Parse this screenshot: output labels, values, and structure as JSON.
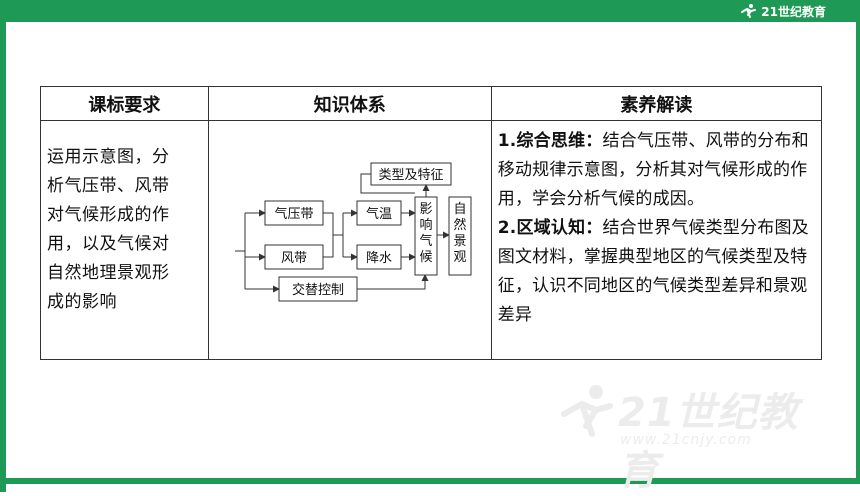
{
  "header": {
    "logo_text": "21世纪教育",
    "logo_url": "www.21cnjy.com"
  },
  "table": {
    "headers": [
      "课标要求",
      "知识体系",
      "素养解读"
    ],
    "requirement_lines": [
      "运用示意图，分",
      "析气压带、风带",
      "对气候形成的作",
      "用，以及气候对",
      "自然地理景观形",
      "成的影响"
    ],
    "diagram": {
      "box_pressure": "气压带",
      "box_wind": "风带",
      "box_alternate": "交替控制",
      "box_temp": "气温",
      "box_precip": "降水",
      "box_impact": "影响气候",
      "box_type": "类型及特征",
      "box_landscape": "自然景观"
    },
    "interpretation": {
      "item1_head": "1.综合思维：",
      "item1_text": "结合气压带、风带的分布和移动规律示意图，分析其对气候形成的作用，学会分析气候的成因。",
      "item2_head": "2.区域认知：",
      "item2_text": "结合世界气候类型分布图及图文材料，掌握典型地区的气候类型及特征，认识不同地区的气候类型差异和景观差异"
    }
  },
  "watermark": {
    "brand": "21世纪教育",
    "url": "www.21cnjy.com"
  },
  "colors": {
    "brand_green": "#1f9a56"
  }
}
